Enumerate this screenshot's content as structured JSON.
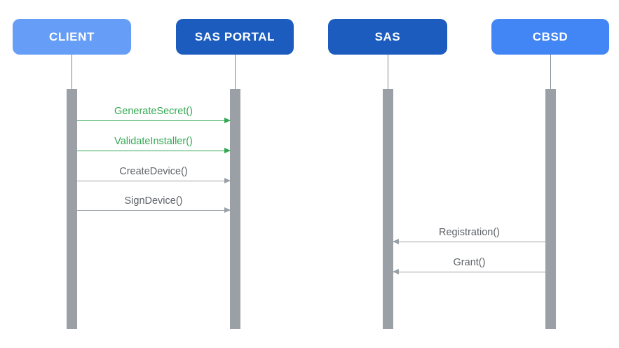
{
  "diagram": {
    "type": "sequence-diagram",
    "actors": [
      {
        "label": "CLIENT",
        "fill": "#669DF6",
        "text_color": "#FFFFFF"
      },
      {
        "label": "SAS PORTAL",
        "fill": "#1B5CBE",
        "text_color": "#FFFFFF"
      },
      {
        "label": "SAS",
        "fill": "#1B5CBE",
        "text_color": "#FFFFFF"
      },
      {
        "label": "CBSD",
        "fill": "#4285F4",
        "text_color": "#FFFFFF"
      }
    ],
    "messages": [
      {
        "label": "GenerateSecret()",
        "from": "CLIENT",
        "to": "SAS PORTAL",
        "direction": "right",
        "text_color": "#34A853",
        "line_color": "#34A853"
      },
      {
        "label": "ValidateInstaller()",
        "from": "CLIENT",
        "to": "SAS PORTAL",
        "direction": "right",
        "text_color": "#34A853",
        "line_color": "#34A853"
      },
      {
        "label": "CreateDevice()",
        "from": "CLIENT",
        "to": "SAS PORTAL",
        "direction": "right",
        "text_color": "#5F6368",
        "line_color": "#9AA0A6"
      },
      {
        "label": "SignDevice()",
        "from": "CLIENT",
        "to": "SAS PORTAL",
        "direction": "right",
        "text_color": "#5F6368",
        "line_color": "#9AA0A6"
      },
      {
        "label": "Registration()",
        "from": "CBSD",
        "to": "SAS",
        "direction": "left",
        "text_color": "#5F6368",
        "line_color": "#9AA0A6"
      },
      {
        "label": "Grant()",
        "from": "CBSD",
        "to": "SAS",
        "direction": "left",
        "text_color": "#5F6368",
        "line_color": "#9AA0A6"
      }
    ],
    "colors": {
      "lifeline": "#80868B",
      "activation_bar": "#9AA0A6",
      "background": "#FFFFFF"
    }
  }
}
